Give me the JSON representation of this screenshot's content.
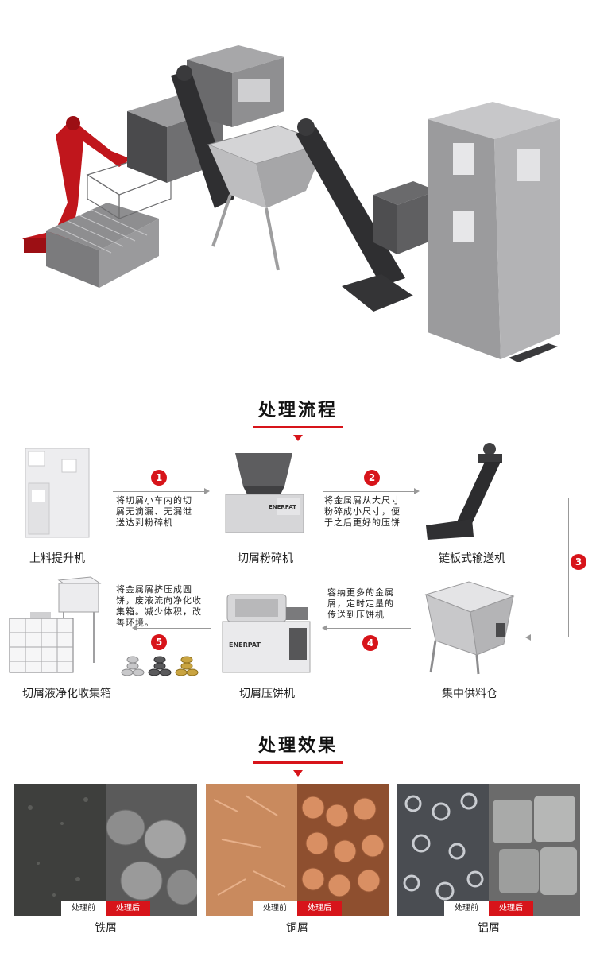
{
  "sections": {
    "process_title": "处理流程",
    "result_title": "处理效果"
  },
  "brand": "ENERPAT",
  "steps": [
    {
      "label": "上料提升机"
    },
    {
      "label": "切屑粉碎机"
    },
    {
      "label": "链板式输送机"
    },
    {
      "label": "集中供料仓"
    },
    {
      "label": "切屑压饼机"
    },
    {
      "label": "切屑液净化收集箱"
    }
  ],
  "arrows": [
    {
      "num": "1",
      "text": [
        "将切屑小车内的切",
        "屑无滴漏、无漏泄",
        "送达到粉碎机"
      ]
    },
    {
      "num": "2",
      "text": [
        "将金属屑从大尺寸",
        "粉碎成小尺寸，便",
        "于之后更好的压饼"
      ]
    },
    {
      "num": "3"
    },
    {
      "num": "4",
      "text": [
        "容纳更多的金属",
        "屑，定时定量的",
        "传送到压饼机"
      ]
    },
    {
      "num": "5",
      "text": [
        "将金属屑挤压成圆",
        "饼，废液流向净化收",
        "集箱。减少体积，改",
        "善环境。"
      ]
    }
  ],
  "results": [
    {
      "label": "铁屑",
      "before": "处理前",
      "after": "处理后"
    },
    {
      "label": "铜屑",
      "before": "处理前",
      "after": "处理后"
    },
    {
      "label": "铝屑",
      "before": "处理前",
      "after": "处理后"
    }
  ],
  "colors": {
    "accent": "#d7141a",
    "robot": "#c0161c",
    "machine_dark": "#3a3a3a",
    "machine_light": "#b9b9bb"
  }
}
